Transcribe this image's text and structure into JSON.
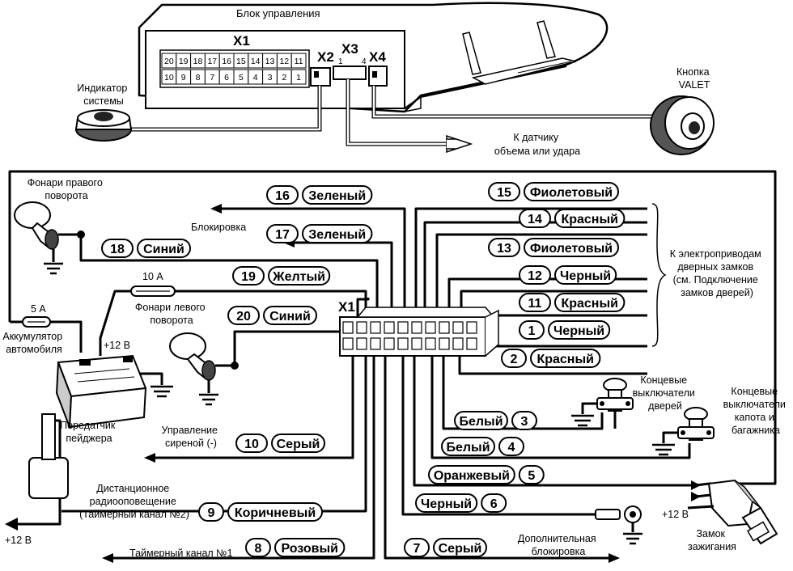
{
  "header": {
    "control_unit": "Блок управления",
    "indicator": [
      "Индикатор",
      "системы"
    ],
    "valet": [
      "Кнопка",
      "VALET"
    ],
    "sensor": [
      "К датчику",
      "объема или удара"
    ]
  },
  "connectors": {
    "x1": "X1",
    "x2": "X2",
    "x3": "X3",
    "x4": "X4",
    "x3_pin1": "1",
    "x3_pin4": "4",
    "x1_bottom": "X1",
    "pins_top": [
      "20",
      "19",
      "18",
      "17",
      "16",
      "15",
      "14",
      "13",
      "12",
      "11"
    ],
    "pins_bottom": [
      "10",
      "9",
      "8",
      "7",
      "6",
      "5",
      "4",
      "3",
      "2",
      "1"
    ]
  },
  "labels": {
    "right_turn": [
      "Фонари правого",
      "поворота"
    ],
    "left_turn": [
      "Фонари левого",
      "поворота"
    ],
    "lock": "Блокировка",
    "fuse5": "5 А",
    "fuse10": "10 А",
    "battery": [
      "Аккумулятор",
      "автомобиля"
    ],
    "plus12_batt": "+12 В",
    "pager": [
      "Передатчик",
      "пейджера"
    ],
    "siren": [
      "Управление",
      "сиреной (-)"
    ],
    "radio": [
      "Дистанционное",
      "радиооповещение",
      "(Таймерный канал №2)"
    ],
    "plus12_left": "+12 В",
    "timer1": "Таймерный канал №1",
    "extra_lock": [
      "Дополнительная",
      "блокировка"
    ],
    "door_locks": [
      "К электроприводам",
      "дверных замков",
      "(см. Подключение",
      "замков дверей)"
    ],
    "door_switches": [
      "Концевые",
      "выключатели",
      "дверей"
    ],
    "hood_switches": [
      "Концевые",
      "выключатели",
      "капота и",
      "багажника"
    ],
    "plus12_ign": "+12 В",
    "ignition": [
      "Замок",
      "зажигания"
    ]
  },
  "wires": [
    {
      "num": "16",
      "color": "Зеленый"
    },
    {
      "num": "17",
      "color": "Зеленый"
    },
    {
      "num": "18",
      "color": "Синий"
    },
    {
      "num": "19",
      "color": "Желтый"
    },
    {
      "num": "20",
      "color": "Синий"
    },
    {
      "num": "10",
      "color": "Серый"
    },
    {
      "num": "9",
      "color": "Коричневый"
    },
    {
      "num": "8",
      "color": "Розовый"
    },
    {
      "num": "7",
      "color": "Серый"
    },
    {
      "num": "15",
      "color": "Фиолетовый"
    },
    {
      "num": "14",
      "color": "Красный"
    },
    {
      "num": "13",
      "color": "Фиолетовый"
    },
    {
      "num": "12",
      "color": "Черный"
    },
    {
      "num": "11",
      "color": "Красный"
    },
    {
      "num": "1",
      "color": "Черный"
    },
    {
      "num": "2",
      "color": "Красный"
    },
    {
      "num": "3",
      "color": "Белый"
    },
    {
      "num": "4",
      "color": "Белый"
    },
    {
      "num": "5",
      "color": "Оранжевый"
    },
    {
      "num": "6",
      "color": "Черный"
    }
  ]
}
